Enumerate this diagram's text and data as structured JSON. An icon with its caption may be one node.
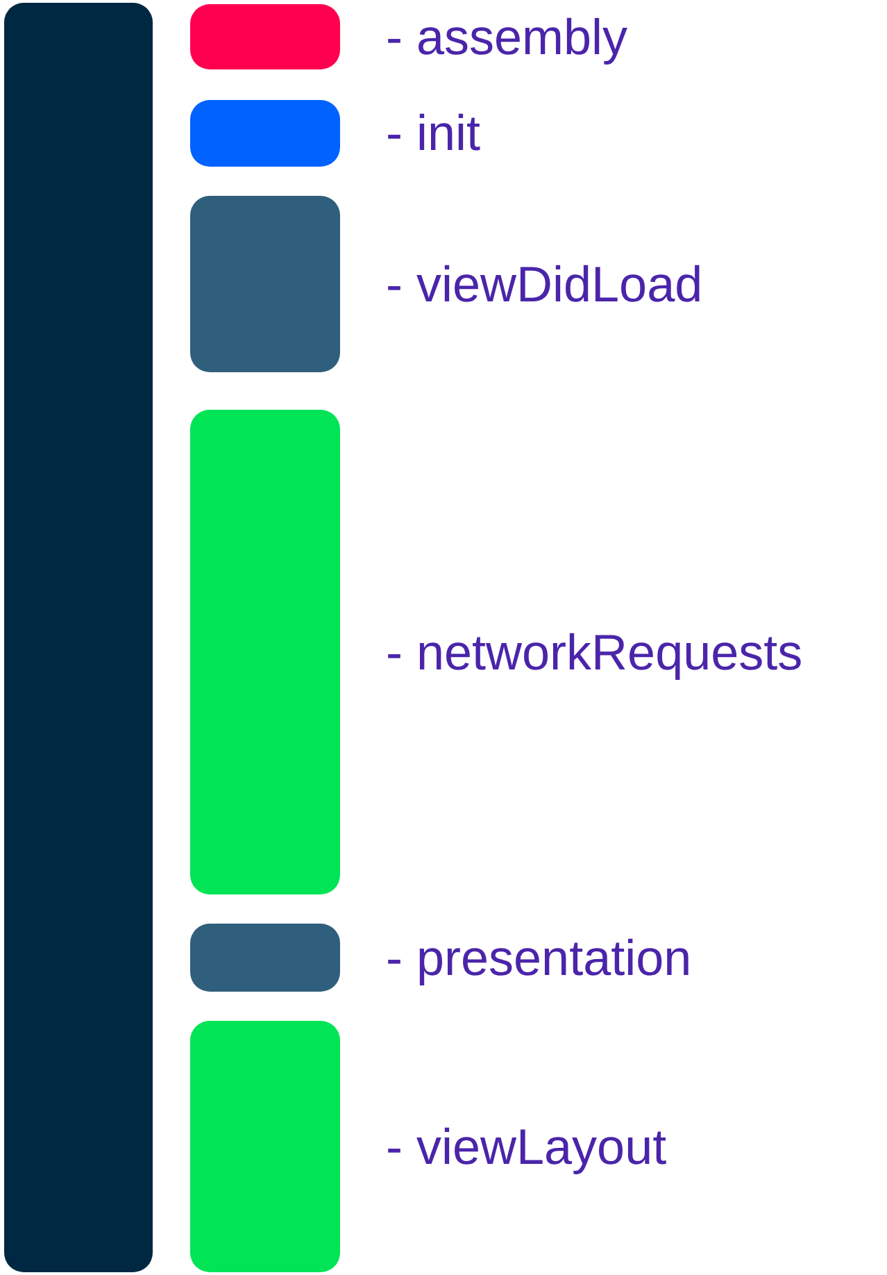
{
  "diagram": {
    "nodes": [
      {
        "text": [],
        "shape": "bar"
      }
    ],
    "legend": [
      {
        "text": "- assembly",
        "color": "#ff0050"
      },
      {
        "text": "- init",
        "color": "#0062ff"
      },
      {
        "text": "- viewDidLoad",
        "color": "#2f5f7c"
      },
      {
        "text": "- networkRequests",
        "color": "#00e455"
      },
      {
        "text": "- presentation",
        "color": "#2f5f7c"
      },
      {
        "text": "- viewLayout",
        "color": "#00e455"
      }
    ]
  }
}
